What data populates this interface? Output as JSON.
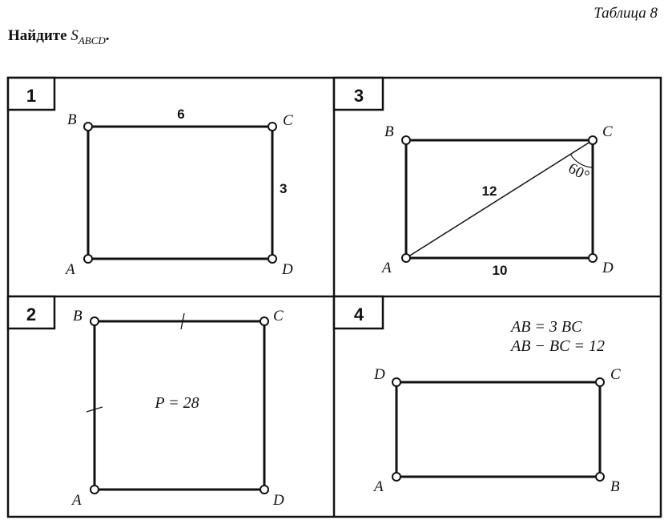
{
  "header": {
    "table_label": "Таблица 8",
    "task_prefix": "Найдите ",
    "task_symbol": "S",
    "task_subscript": "ABCD",
    "task_suffix": "."
  },
  "panels": [
    {
      "number": "1",
      "vertices": {
        "A": "A",
        "B": "B",
        "C": "C",
        "D": "D"
      },
      "top_side": "6",
      "right_side": "3"
    },
    {
      "number": "3",
      "vertices": {
        "A": "A",
        "B": "B",
        "C": "C",
        "D": "D"
      },
      "diagonal": "12",
      "bottom_side": "10",
      "angle": "60°"
    },
    {
      "number": "2",
      "vertices": {
        "A": "A",
        "B": "B",
        "C": "C",
        "D": "D"
      },
      "perimeter": "P = 28"
    },
    {
      "number": "4",
      "vertices": {
        "A": "A",
        "B": "B",
        "C": "C",
        "D": "D"
      },
      "condition_1": "AB = 3 BC",
      "condition_2": "AB − BC = 12"
    }
  ]
}
